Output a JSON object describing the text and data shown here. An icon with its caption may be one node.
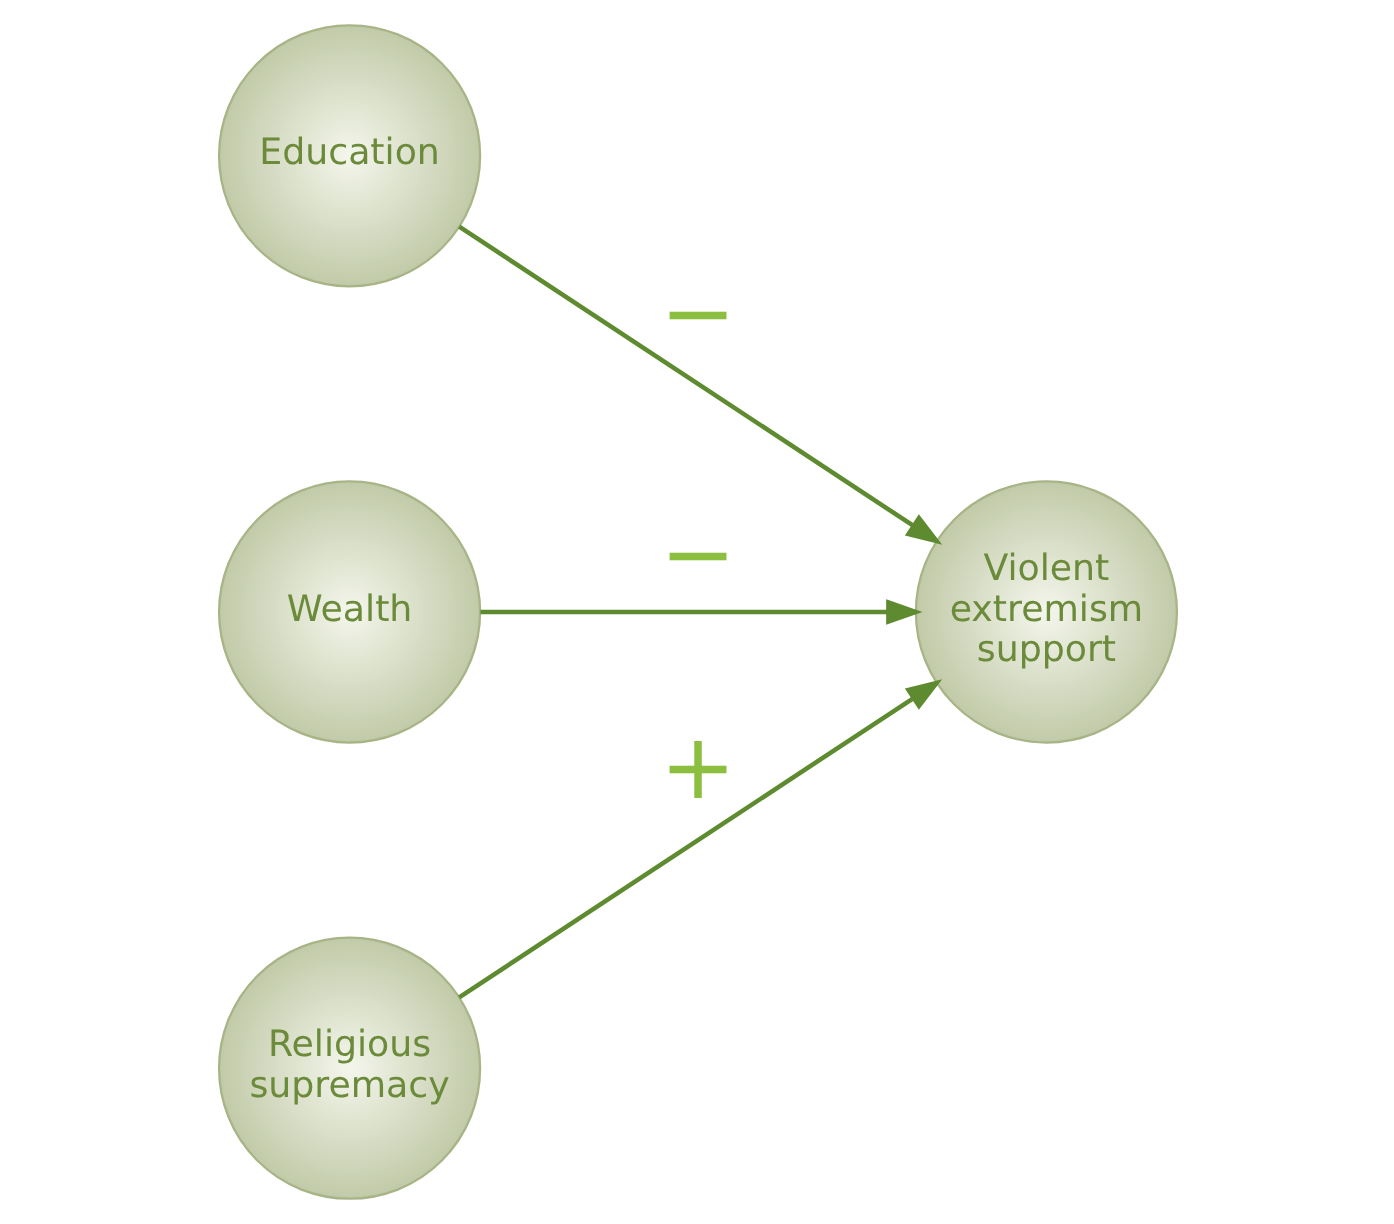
{
  "diagram": {
    "nodes": [
      {
        "text": [
          "Education"
        ]
      },
      {
        "text": [
          "Wealth"
        ]
      },
      {
        "text": [
          "Religious supremacy"
        ]
      },
      {
        "text": [
          "Violent extremism support"
        ]
      }
    ],
    "edges": [
      {
        "from": 0,
        "to": 3,
        "arrow": "to",
        "label": "−"
      },
      {
        "from": 1,
        "to": 3,
        "arrow": "to",
        "label": "−"
      },
      {
        "from": 2,
        "to": 3,
        "arrow": "to",
        "label": "+"
      }
    ]
  }
}
